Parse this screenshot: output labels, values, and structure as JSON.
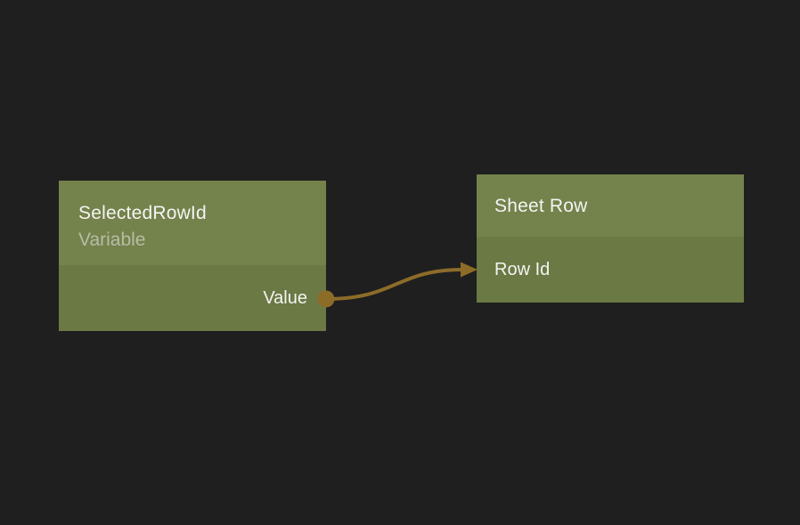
{
  "canvas": {
    "background_color": "#1f1f1f"
  },
  "nodes": [
    {
      "id": "selected-row-id",
      "title": "SelectedRowId",
      "subtitle": "Variable",
      "inputs": [],
      "outputs": [
        {
          "label": "Value"
        }
      ]
    },
    {
      "id": "sheet-row",
      "title": "Sheet Row",
      "inputs": [
        {
          "label": "Row Id"
        }
      ],
      "outputs": []
    }
  ],
  "connection": {
    "from_node": "SelectedRowId",
    "from_port": "Value",
    "to_node": "Sheet Row",
    "to_port": "Row Id",
    "color": "#8d6c28"
  },
  "colors": {
    "node_header": "#74824c",
    "node_body": "#6b7944",
    "title_text": "#f4f4f2",
    "subtitle_text": "#b6bda5",
    "port_label_text": "#f4f4f2",
    "wire": "#8d6c28"
  }
}
